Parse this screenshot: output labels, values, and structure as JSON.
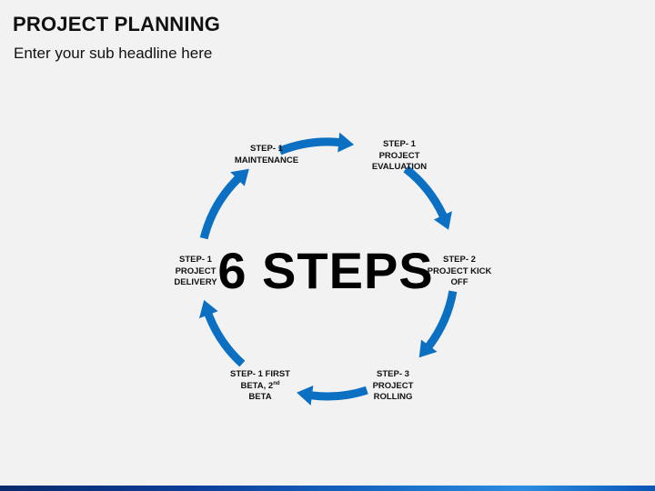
{
  "slide": {
    "title": "PROJECT PLANNING",
    "subtitle": "Enter your sub headline here"
  },
  "diagram": {
    "center": "6 STEPS",
    "arrow_color": "#0b6fc2",
    "steps": [
      {
        "lines": [
          "STEP- 1",
          "MAINTENANCE"
        ]
      },
      {
        "lines": [
          "STEP- 1",
          "PROJECT",
          "EVALUATION"
        ]
      },
      {
        "lines": [
          "STEP- 2",
          "PROJECT KICK",
          "OFF"
        ]
      },
      {
        "lines": [
          "STEP- 3",
          "PROJECT",
          "ROLLING"
        ]
      },
      {
        "lines": [
          "STEP- 1 FIRST",
          "BETA, 2",
          "BETA"
        ],
        "sup": "nd"
      },
      {
        "lines": [
          "STEP- 1",
          "PROJECT",
          "DELIVERY"
        ]
      }
    ]
  }
}
